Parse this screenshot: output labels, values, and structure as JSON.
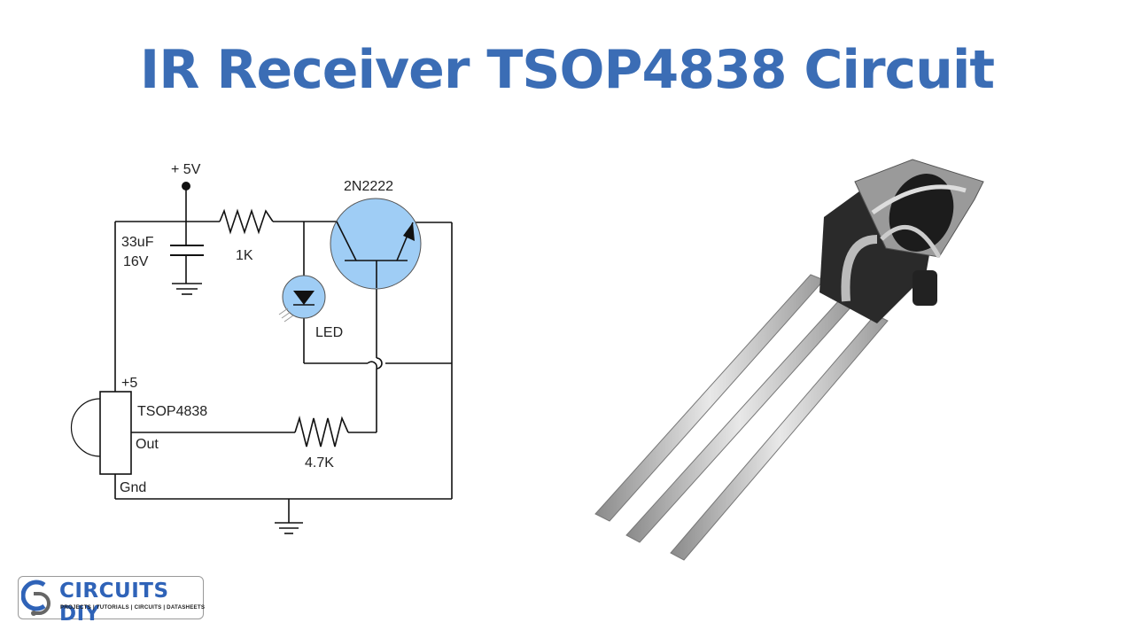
{
  "title": "IR Receiver TSOP4838 Circuit",
  "circuit": {
    "supply": "+ 5V",
    "capacitor_value": "33uF",
    "capacitor_voltage": "16V",
    "r1": "1K",
    "transistor": "2N2222",
    "led": "LED",
    "sensor_vcc": "+5",
    "sensor": "TSOP4838",
    "sensor_out": "Out",
    "sensor_gnd": "Gnd",
    "r2": "4.7K",
    "colors": {
      "component_fill": "#9fcdf5",
      "wire": "#111111"
    }
  },
  "logo": {
    "name": "CIRCUITS DIY",
    "tagline": "PROJECTS | TUTORIALS | CIRCUITS | DATASHEETS"
  },
  "colors": {
    "title": "#3b6db5"
  }
}
